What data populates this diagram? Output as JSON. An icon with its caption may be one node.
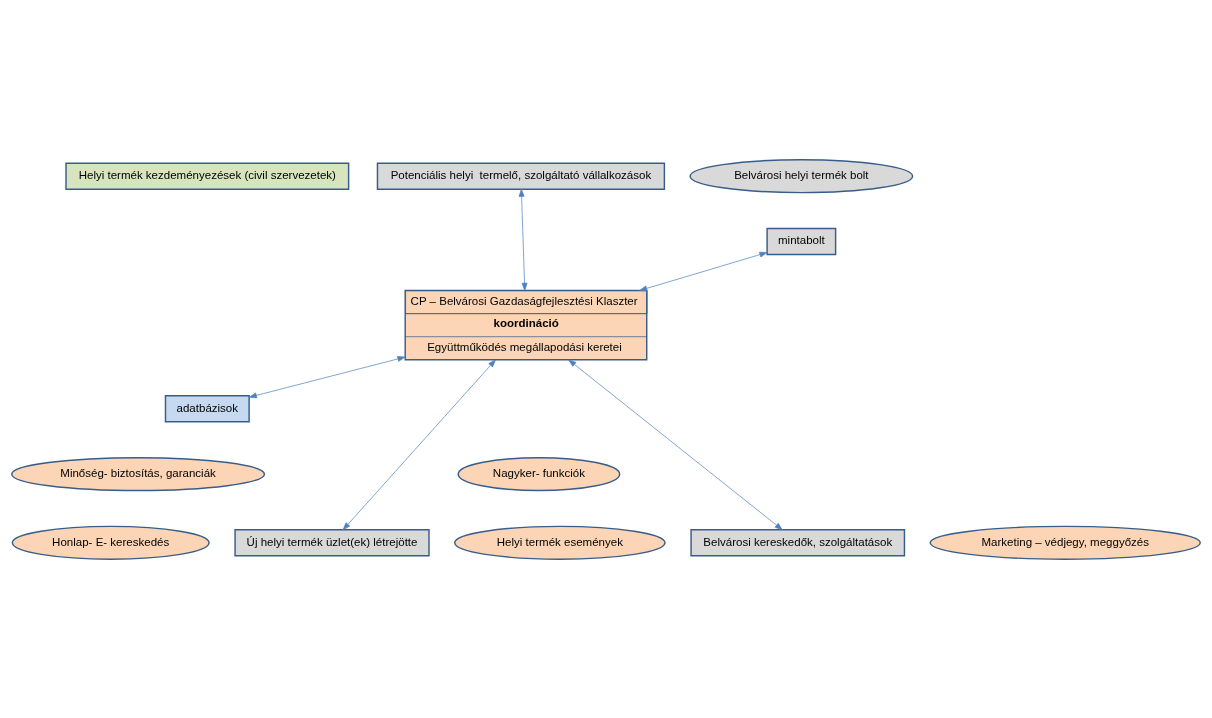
{
  "diagram": {
    "nodes": [
      {
        "text": [
          "Belvárosi helyi termék bolt"
        ]
      },
      {
        "text": [
          "mintabolt"
        ]
      },
      {
        "text": [
          "Potenciális helyi  termelő, szolgáltató vállalkozások"
        ]
      },
      {
        "text": [
          "Helyi termék kezdeményezések (civil szervezetek)"
        ]
      },
      {
        "text": [
          "adatbázisok"
        ]
      },
      {
        "text": [
          "CP – Belvárosi Gazdaságfejlesztési Klaszter",
          "koordináció",
          "Együttműködés megállapodási keretei"
        ]
      },
      {
        "text": [
          "Belvárosi kereskedők, szolgáltatások"
        ]
      },
      {
        "text": [
          "Új helyi termék üzlet(ek) létrejötte"
        ]
      },
      {
        "text": [
          "Nagyker- funkciók"
        ]
      },
      {
        "text": [
          "Minőség- biztosítás, garanciák"
        ]
      },
      {
        "text": [
          "Helyi termék események"
        ]
      },
      {
        "text": [
          "Marketing – védjegy, meggyőzés"
        ]
      },
      {
        "text": [
          "Honlap- E- kereskedés"
        ]
      }
    ],
    "edges": [
      {
        "from": 2,
        "to": 5,
        "arrow": "both"
      },
      {
        "from": 5,
        "to": 4,
        "arrow": "both"
      },
      {
        "from": 1,
        "to": 5,
        "arrow": "both"
      },
      {
        "from": 5,
        "to": 6,
        "arrow": "both"
      },
      {
        "from": 5,
        "to": 7,
        "arrow": "both"
      }
    ]
  }
}
